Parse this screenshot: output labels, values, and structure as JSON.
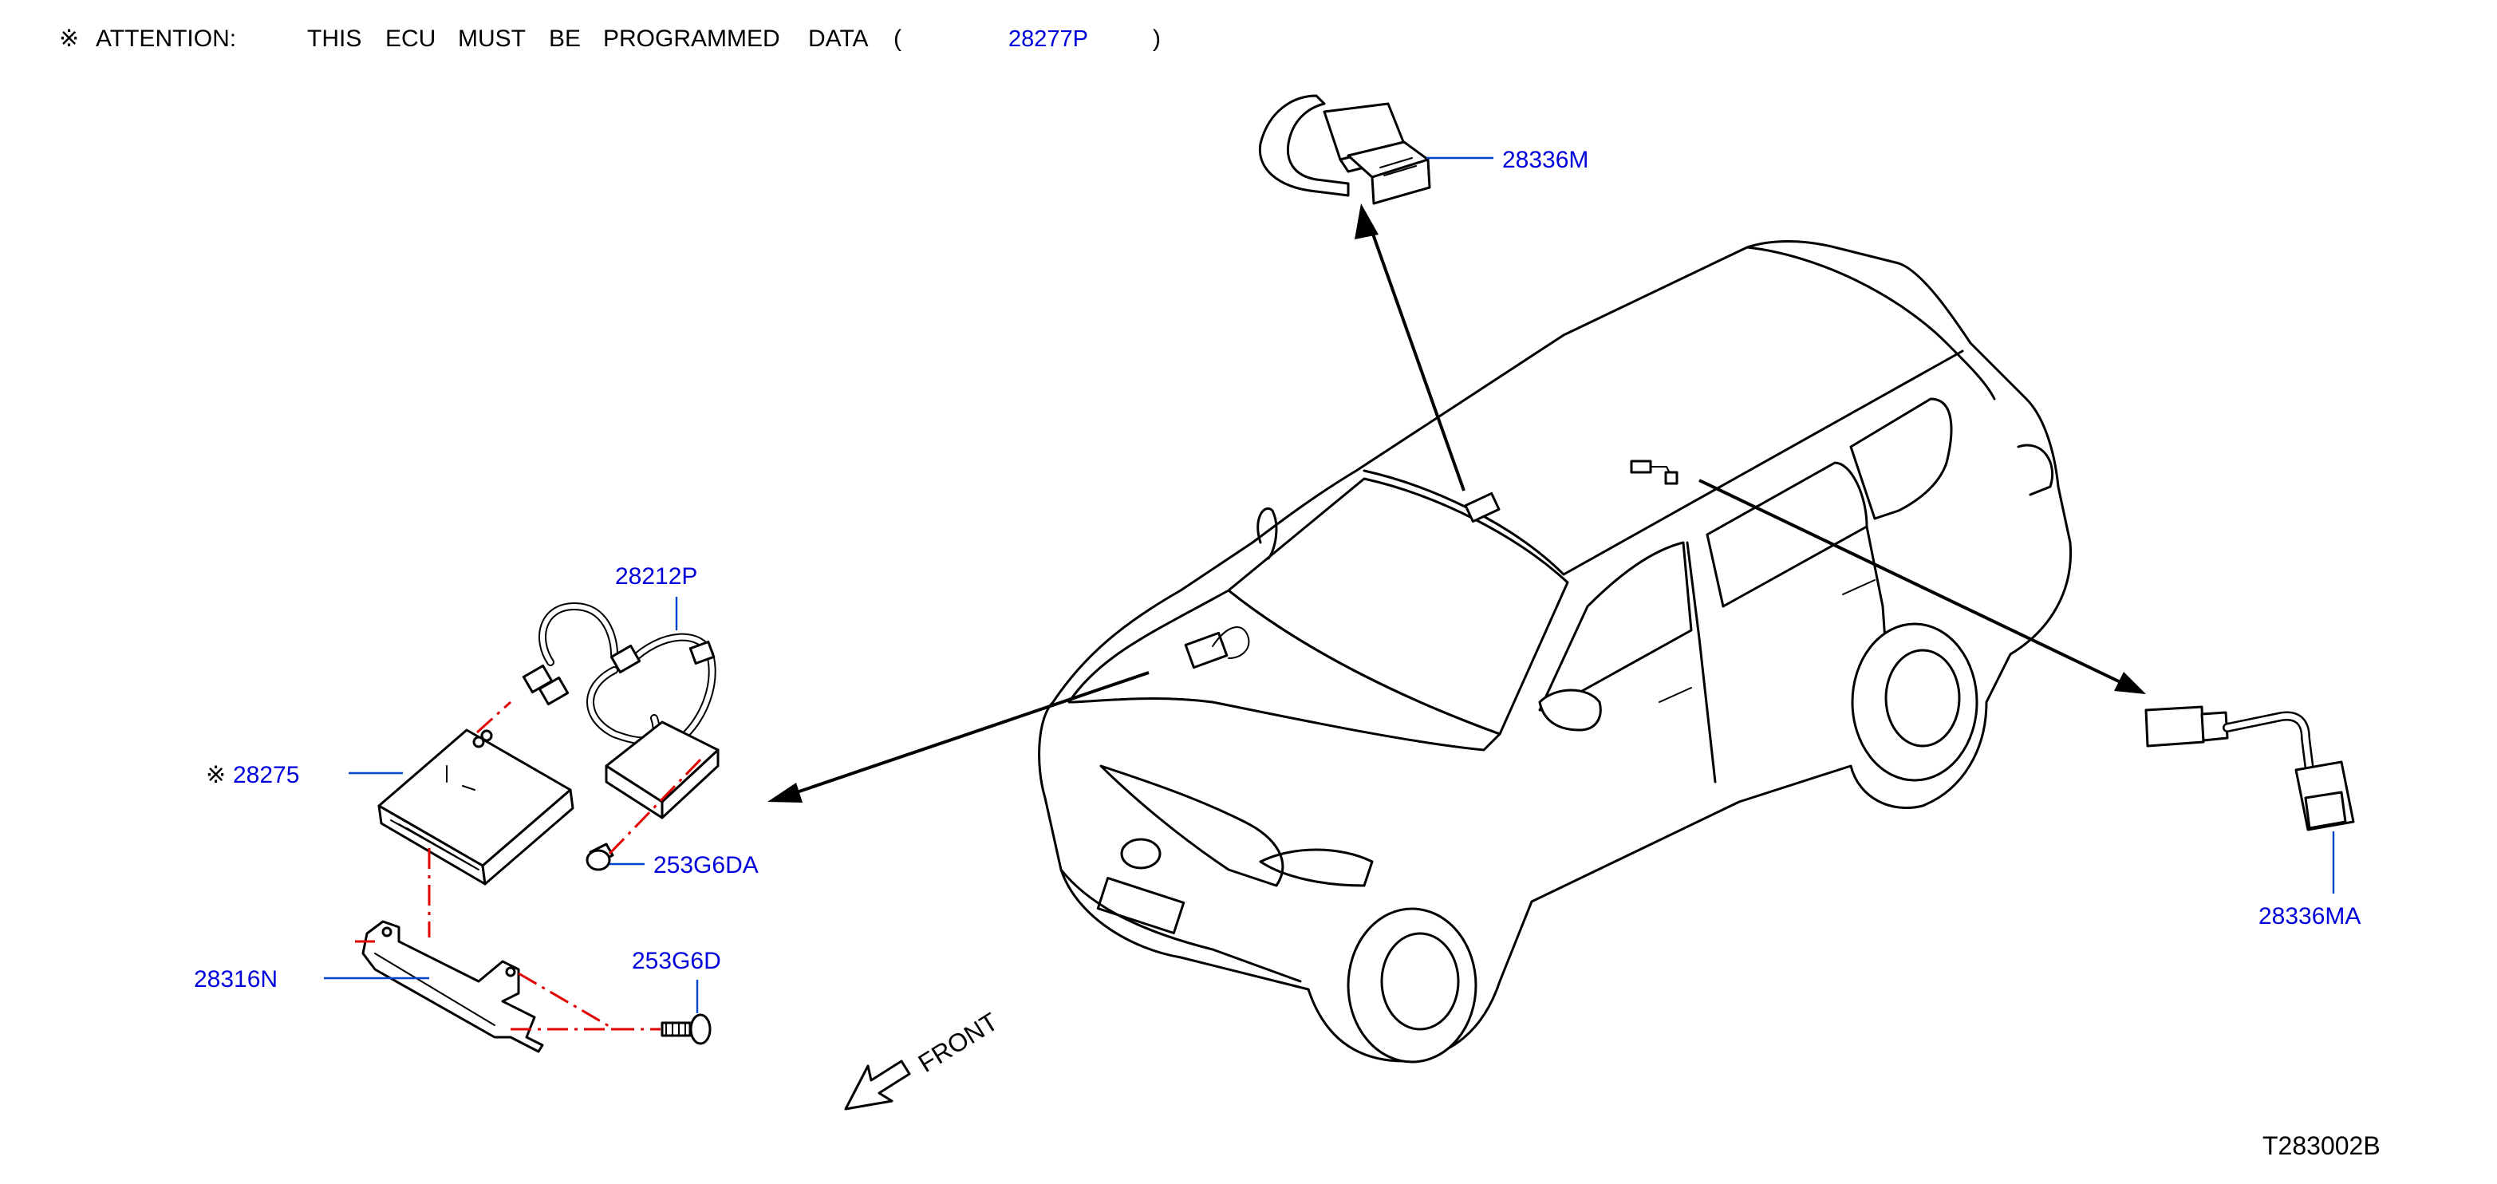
{
  "attention": {
    "mark": "※",
    "label": "ATTENTION:",
    "words": [
      "THIS",
      "ECU",
      "MUST",
      "BE",
      "PROGRAMMED",
      "DATA"
    ],
    "open_paren": "(",
    "part_ref": "28277P",
    "close_paren": ")"
  },
  "parts": {
    "p28336M": "28336M",
    "p28212P": "28212P",
    "p28275": "28275",
    "p28275_mark": "※",
    "p253G6DA": "253G6DA",
    "p253G6D": "253G6D",
    "p28316N": "28316N",
    "p28336MA": "28336MA"
  },
  "front_label": "FRONT",
  "diagram_id": "T283002B",
  "colors": {
    "part_number": "#0000dd",
    "leader_line": "#0044cc",
    "centerline": "#e00000",
    "ink": "#000000"
  }
}
